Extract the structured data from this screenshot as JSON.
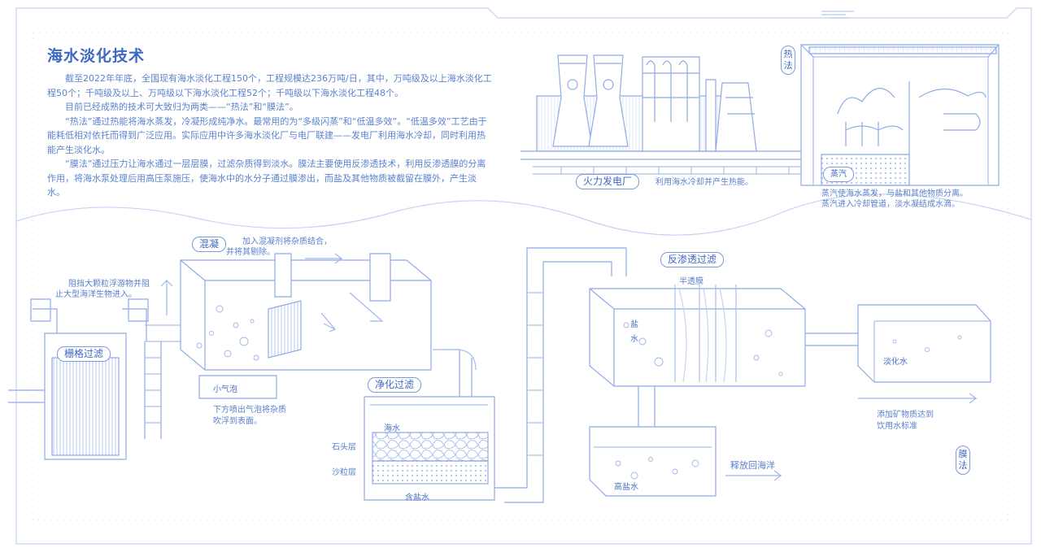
{
  "title": "海水淡化技术",
  "intro": [
    "截至2022年年底，全国现有海水淡化工程150个，工程规模达236万吨/日，其中，万吨级及以上海水淡化工程50个；千吨级及以上、万吨级以下海水淡化工程52个；千吨级以下海水淡化工程48个。",
    "目前已经成熟的技术可大致归为两类——“热法”和“膜法”。",
    "“热法”通过热能将海水蒸发，冷凝形成纯净水。最常用的为“多级闪蒸”和“低温多效”。“低温多效”工艺由于能耗低相对依托而得到广泛应用。实际应用中许多海水淡化厂与电厂联建——发电厂利用海水冷却，同时利用热能产生淡化水。",
    "“膜法”通过压力让海水通过一层层膜，过滤杂质得到淡水。膜法主要使用反渗透技术，利用反渗透膜的分离作用，将海水泵处理后用高压泵施压，使海水中的水分子通过膜渗出，而盐及其他物质被截留在膜外，产生淡水。"
  ],
  "labels": {
    "thermal_method": "热法",
    "power_plant": "火力发电厂",
    "power_plant_note": "利用海水冷却并产生热能。",
    "steam": "蒸汽",
    "evap_note_1": "蒸汽使海水蒸发，与盐和其他物质分离。",
    "evap_note_2": "蒸汽进入冷却管道，淡水凝结成水滴。",
    "coagulation": "混凝",
    "coag_note_1": "加入混凝剂将杂质结合，",
    "coag_note_2": "并将其剔除。",
    "grille": "栅格过滤",
    "grille_note_1": "阻挡大颗粒浮游物并阻",
    "grille_note_2": "止大型海洋生物进入。",
    "bubble": "小气泡",
    "bubble_note_1": "下方喷出气泡将杂质",
    "bubble_note_2": "吹浮到表面。",
    "purify": "净化过滤",
    "seawater": "海水",
    "stone_layer": "石头层",
    "sand_layer": "沙粒层",
    "salt_water": "含盐水",
    "ro": "反渗透过滤",
    "membrane": "半透膜",
    "ro_salt": "盐",
    "ro_water": "水",
    "fresh_water": "淡化水",
    "mineral_note_1": "添加矿物质达到",
    "mineral_note_2": "饮用水标准",
    "release": "释放回海洋",
    "high_salt": "高盐水",
    "membrane_method": "膜法"
  },
  "colors": {
    "line": "#8fabe6",
    "accent": "#3f68c2",
    "fill": "#eef3fd"
  }
}
